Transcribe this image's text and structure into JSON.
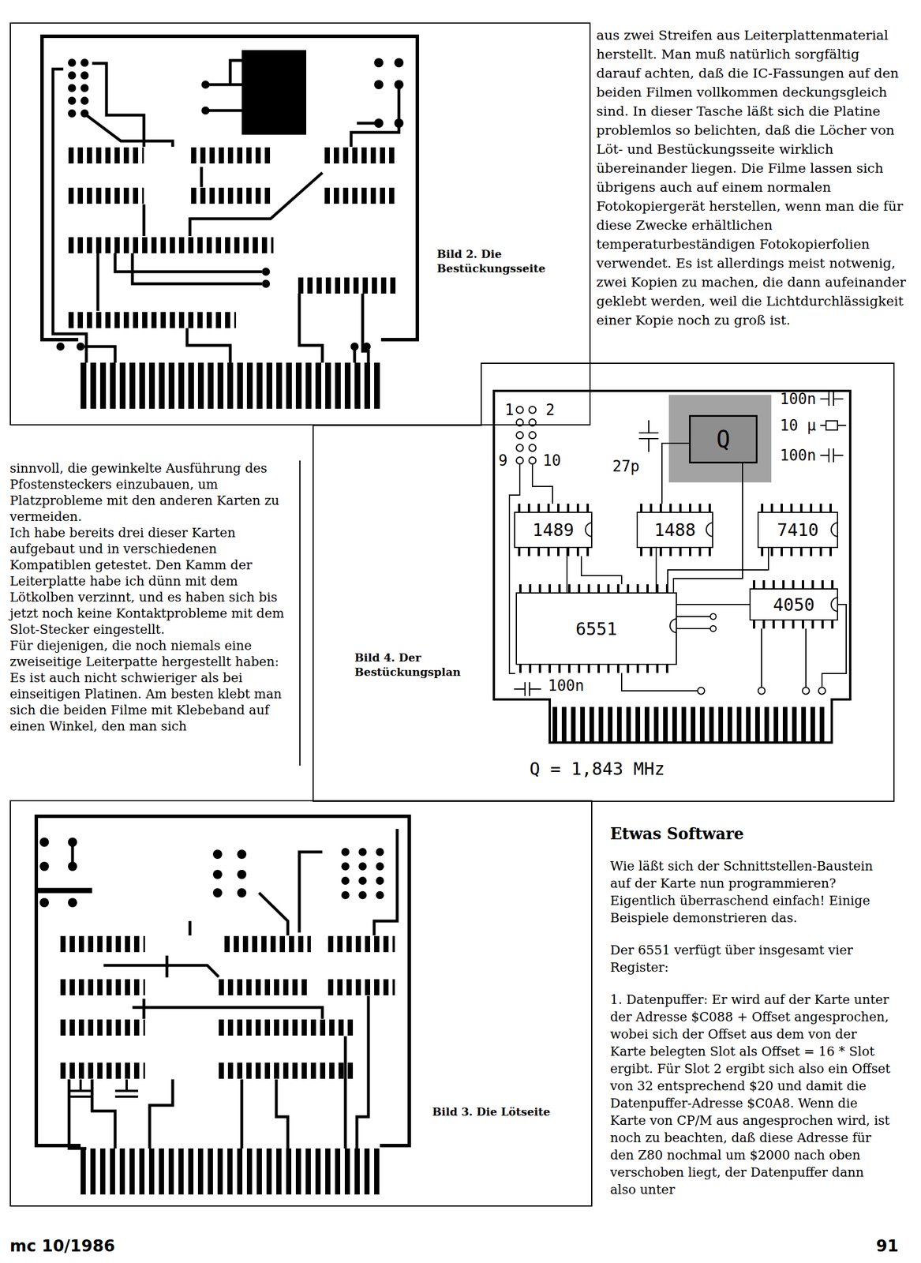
{
  "diagram": {
    "nodes": [
      {
        "text": [
          "Bild 2. Die Bestückungsseite"
        ]
      },
      {
        "text": [
          "Bild 4. Der Bestückungsplan"
        ]
      },
      {
        "text": [
          "Q"
        ],
        "in": 1
      },
      {
        "text": [
          "1489"
        ],
        "in": 1
      },
      {
        "text": [
          "1488"
        ],
        "in": 1
      },
      {
        "text": [
          "7410"
        ],
        "in": 1
      },
      {
        "text": [
          "6551"
        ],
        "in": 1
      },
      {
        "text": [
          "4050"
        ],
        "in": 1
      },
      {
        "text": [
          "Bild 3. Die Lötseite"
        ]
      }
    ],
    "edges": [
      {
        "from": 3,
        "to": 6,
        "arrow": "none"
      },
      {
        "from": 4,
        "to": 6,
        "arrow": "none"
      },
      {
        "from": 5,
        "to": 6,
        "arrow": "none"
      },
      {
        "from": 7,
        "to": 6,
        "arrow": "none"
      },
      {
        "from": 2,
        "to": 6,
        "arrow": "none"
      }
    ],
    "labels": [
      "aus zwei Streifen aus Leiterplattenmaterial herstellt. Man muß natürlich sorgfältig darauf achten, daß die IC-Fassungen auf den beiden Filmen vollkommen deckungsgleich sind. In dieser Tasche läßt sich die Platine problemlos so belichten, daß die Löcher von Löt- und Bestückungsseite wirklich übereinander liegen. Die Filme lassen sich übrigens auch auf einem normalen Fotokopiergerät herstellen, wenn man die für diese Zwecke erhältlichen temperaturbeständigen Fotokopierfolien verwendet. Es ist allerdings meist notwenig, zwei Kopien zu machen, die dann aufeinander geklebt werden, weil die Lichtdurchlässigkeit einer Kopie noch zu groß ist.",
      "sinnvoll, die gewinkelte Ausführung des Pfostensteckers einzubauen, um Platzprobleme mit den anderen Karten zu vermeiden.",
      "Ich habe bereits drei dieser Karten aufgebaut und in verschiedenen Kompatiblen getestet. Den Kamm der Leiterplatte habe ich dünn mit dem Lötkolben verzinnt, und es haben sich bis jetzt noch keine Kontaktprobleme mit dem Slot-Stecker eingestellt.",
      "Für diejenigen, die noch niemals eine zweiseitige Leiterpatte hergestellt haben: Es ist auch nicht schwieriger als bei einseitigen Platinen. Am besten klebt man sich die beiden Filme mit Klebeband auf einen Winkel, den man sich",
      "1",
      "2",
      "9",
      "10",
      "100n",
      "10 µ",
      "100n",
      "27p",
      "100n",
      "Q = 1,843 MHz",
      "Etwas Software",
      "Wie läßt sich der Schnittstellen-Baustein auf der Karte nun programmieren? Eigentlich überraschend einfach! Einige Beispiele demonstrieren das.",
      "Der 6551 verfügt über insgesamt vier Register:",
      "1. Datenpuffer: Er wird auf der Karte unter der Adresse $C088 + Offset angesprochen, wobei sich der Offset aus dem von der Karte belegten Slot als Offset = 16 * Slot ergibt. Für Slot 2 ergibt sich also ein Offset von 32 entsprechend $20 und damit die Datenpuffer-Adresse $C0A8. Wenn die Karte von CP/M aus angesprochen wird, ist noch zu beachten, daß diese Adresse für den Z80 nochmal um $2000 nach oben verschoben liegt, der Datenpuffer dann also unter",
      "mc 10/1986",
      "91"
    ]
  }
}
